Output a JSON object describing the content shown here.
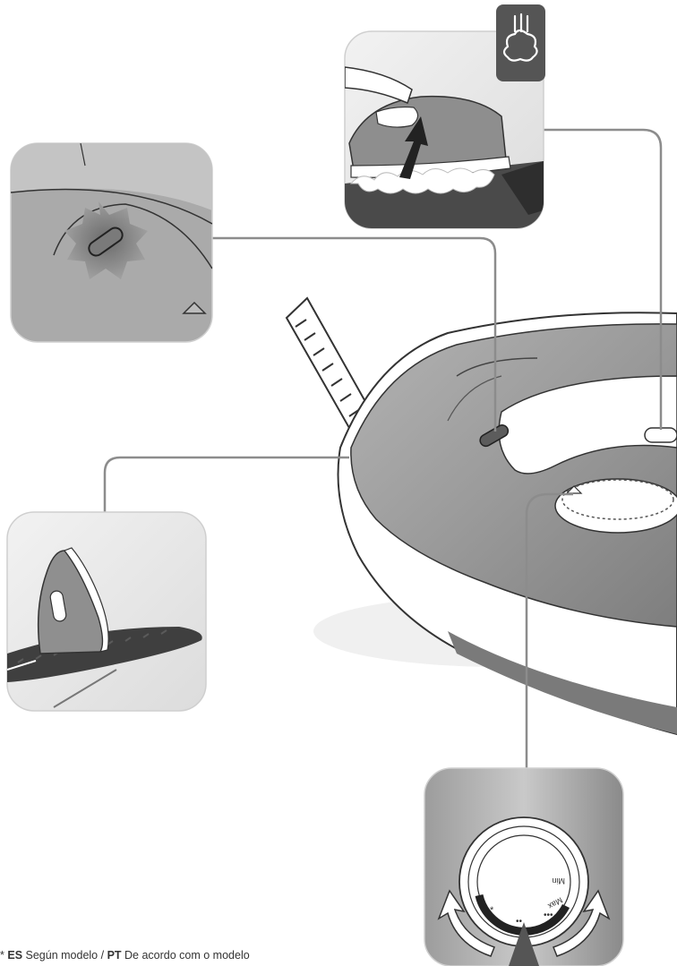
{
  "steam_icon": "steam-cloud-icon",
  "dial": {
    "min_label": "Min",
    "max_label": "Max",
    "settings": [
      "*",
      "••",
      "•••"
    ]
  },
  "footnote": {
    "asterisk": "*",
    "es_code": "ES",
    "es_text": " Según modelo / ",
    "pt_code": "PT",
    "pt_text": " De acordo com o modelo"
  },
  "colors": {
    "panel": "#e9e9e9",
    "iron_body": "#8f8f8f",
    "iron_dark": "#6f6f6f",
    "outline": "#333333",
    "dark_badge": "#555555"
  }
}
